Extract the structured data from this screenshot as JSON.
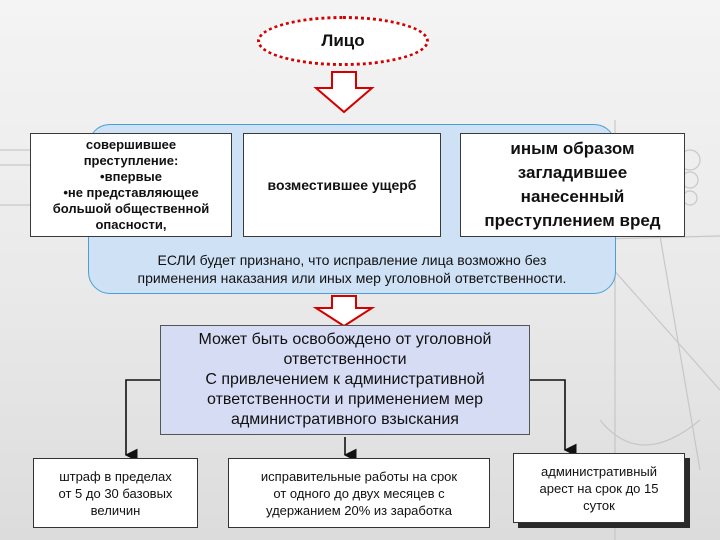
{
  "top": {
    "label": "Лицо"
  },
  "criteria": {
    "box1_lines": [
      "совершившее",
      "преступление:",
      "•впервые",
      "•не представляющее",
      "большой общественной",
      "опасности,"
    ],
    "box2": "возместившее ущерб",
    "box3_lines": [
      "иным образом",
      "загладившее",
      "нанесенный",
      "преступлением вред"
    ]
  },
  "condition_lines": [
    "ЕСЛИ будет признано, что исправление лица возможно без",
    "применения наказания или иных мер уголовной ответственности."
  ],
  "result_lines": [
    "Может быть освобождено от уголовной",
    "ответственности",
    "С привлечением к административной",
    "ответственности и применением мер",
    "административного взыскания"
  ],
  "penalties": {
    "p1_lines": [
      "штраф в пределах",
      "от 5 до 30 базовых",
      "величин"
    ],
    "p2_lines": [
      "исправительные работы на срок",
      "от одного до двух месяцев с",
      "удержанием 20% из заработка"
    ],
    "p3_lines": [
      "административный",
      "арест на срок до 15",
      "суток"
    ]
  },
  "colors": {
    "oval_border": "#d40000",
    "arrow_fill": "#ffffff",
    "arrow_stroke": "#d40000",
    "panel_fill": "#cfe1f5",
    "panel_border": "#4aa0d6",
    "result_fill": "#d6dcf4"
  }
}
